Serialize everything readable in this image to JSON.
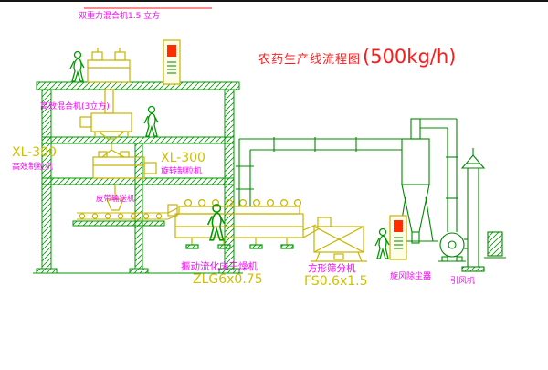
{
  "diagram": {
    "title": "农药生产线流程图",
    "capacity": "(500kg/h)"
  },
  "equipment_labels": {
    "gravity_mixer": "双重力混合机1.5 立方",
    "high_efficiency_mixer": "高效混合机(3立方)",
    "granulator_left_model": "XL-300",
    "granulator_left_name": "高效制粒机",
    "granulator_center_model": "XL-300",
    "granulator_center_name": "旋转制粒机",
    "belt_conveyor": "皮带输送机",
    "fluid_bed_dryer": "振动流化床干燥机",
    "fluid_bed_dryer_model": "ZLG6x0.75",
    "square_sifter": "方形筛分机",
    "square_sifter_model": "FS0.6x1.5",
    "cyclone": "旋风除尘器",
    "induced_fan": "引风机"
  },
  "colors": {
    "structure_green": "#009900",
    "duct_green": "#008800",
    "machine_yellow": "#c8b400",
    "label_magenta": "#ff00ff",
    "label_yellow": "#cfc000",
    "title_red": "#ff1a1a",
    "cabinet_panel_red": "#ff2d00"
  }
}
